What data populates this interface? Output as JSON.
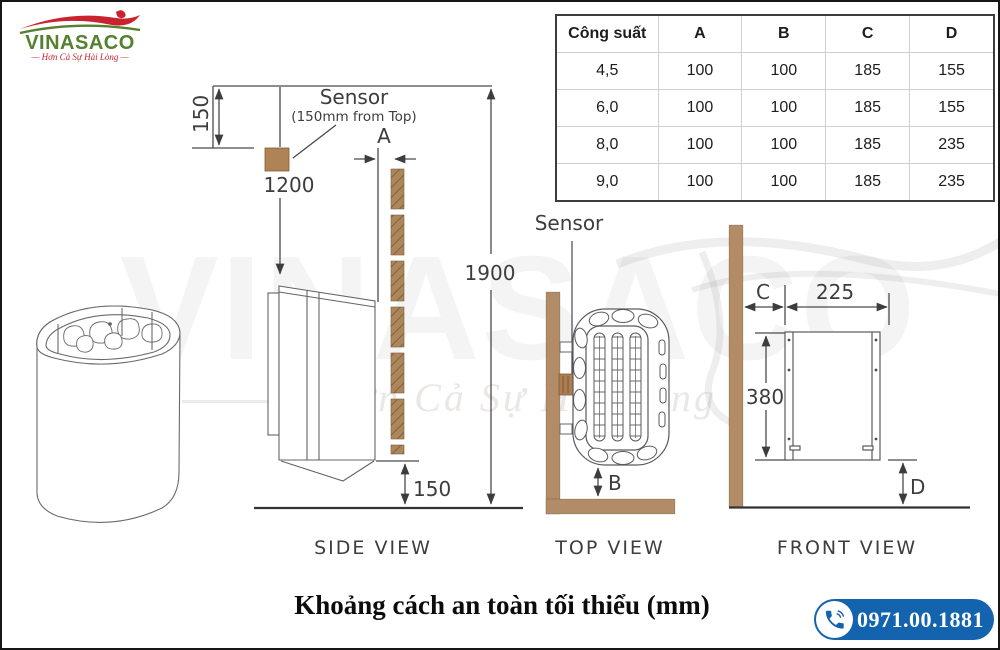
{
  "logo": {
    "name": "VINASACO",
    "tagline": "—  Hơn Cả Sự Hài Lòng  —",
    "green": "#55802e",
    "red": "#c8232e"
  },
  "table": {
    "headers": [
      "Công suất",
      "A",
      "B",
      "C",
      "D"
    ],
    "rows": [
      [
        "4,5",
        "100",
        "100",
        "185",
        "155"
      ],
      [
        "6,0",
        "100",
        "100",
        "185",
        "155"
      ],
      [
        "8,0",
        "100",
        "100",
        "185",
        "235"
      ],
      [
        "9,0",
        "100",
        "100",
        "185",
        "235"
      ]
    ]
  },
  "views": {
    "side": {
      "label": "SIDE VIEW",
      "sensor_label": "Sensor",
      "sensor_note": "(150mm from Top)",
      "dim_sensor_offset": "150",
      "dim_sensor_height": "1200",
      "dim_total_height": "1900",
      "dim_bottom_clearance": "150",
      "dim_wall_gap": "A"
    },
    "top": {
      "label": "TOP VIEW",
      "sensor_label": "Sensor",
      "dim_back_gap": "B"
    },
    "front": {
      "label": "FRONT VIEW",
      "dim_side_gap": "C",
      "dim_width": "225",
      "dim_height": "380",
      "dim_floor_gap": "D"
    }
  },
  "caption": "Khoảng cách an toàn tối thiểu (mm)",
  "phone": {
    "number": "0971.00.1881",
    "color": "#1463ae"
  },
  "watermark": {
    "text": "VINASACO",
    "script": "Hơn Cả Sự Hài Lòng"
  },
  "colors": {
    "wood": "#b08a62",
    "wood_dark": "#8a6140",
    "line": "#3d3d3d"
  }
}
